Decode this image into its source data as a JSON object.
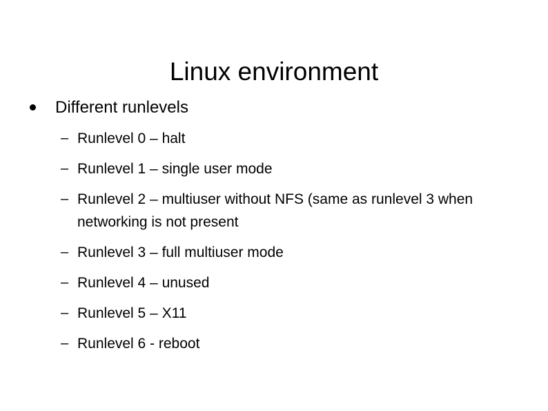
{
  "slide": {
    "title": "Linux environment",
    "background_color": "#ffffff",
    "text_color": "#000000",
    "bullets": [
      {
        "level": 1,
        "marker": "filled-circle",
        "text": "Different runlevels",
        "children": [
          {
            "level": 2,
            "marker": "en-dash",
            "text": "Runlevel 0 – halt"
          },
          {
            "level": 2,
            "marker": "en-dash",
            "text": "Runlevel 1 – single user mode"
          },
          {
            "level": 2,
            "marker": "en-dash",
            "text": "Runlevel 2 – multiuser without NFS (same as runlevel 3 when networking is not present"
          },
          {
            "level": 2,
            "marker": "en-dash",
            "text": "Runlevel 3 – full multiuser mode"
          },
          {
            "level": 2,
            "marker": "en-dash",
            "text": "Runlevel 4 – unused"
          },
          {
            "level": 2,
            "marker": "en-dash",
            "text": "Runlevel 5 – X11"
          },
          {
            "level": 2,
            "marker": "en-dash",
            "text": "Runlevel 6 - reboot"
          }
        ]
      }
    ],
    "markers": {
      "level1_glyph": "●",
      "level2_glyph": "–"
    }
  }
}
